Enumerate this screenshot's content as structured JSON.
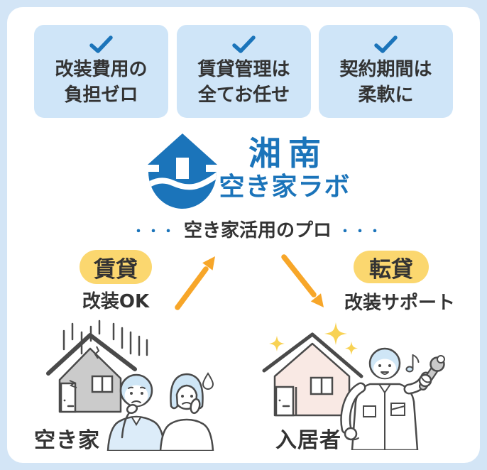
{
  "benefits": {
    "items": [
      {
        "line1": "改装費用の",
        "line2": "負担ゼロ"
      },
      {
        "line1": "賃貸管理は",
        "line2": "全てお任せ"
      },
      {
        "line1": "契約期間は",
        "line2": "柔軟に"
      }
    ]
  },
  "logo": {
    "title": "湘南",
    "subtitle": "空き家ラボ",
    "tagline": "空き家活用のプロ",
    "dots": "・・・"
  },
  "flow": {
    "left_badge": "賃貸",
    "left_note": "改装OK",
    "right_badge": "転貸",
    "right_note": "改装サポート"
  },
  "scenes": {
    "left_label": "空き家",
    "right_label": "入居者"
  },
  "colors": {
    "accent_blue": "#1b74ba",
    "badge_yellow": "#fbd76f",
    "arrow_orange": "#f7a629",
    "panel_blue": "#cfe5f8",
    "frame_blue": "#d3e5f6",
    "text_dark": "#333333"
  }
}
